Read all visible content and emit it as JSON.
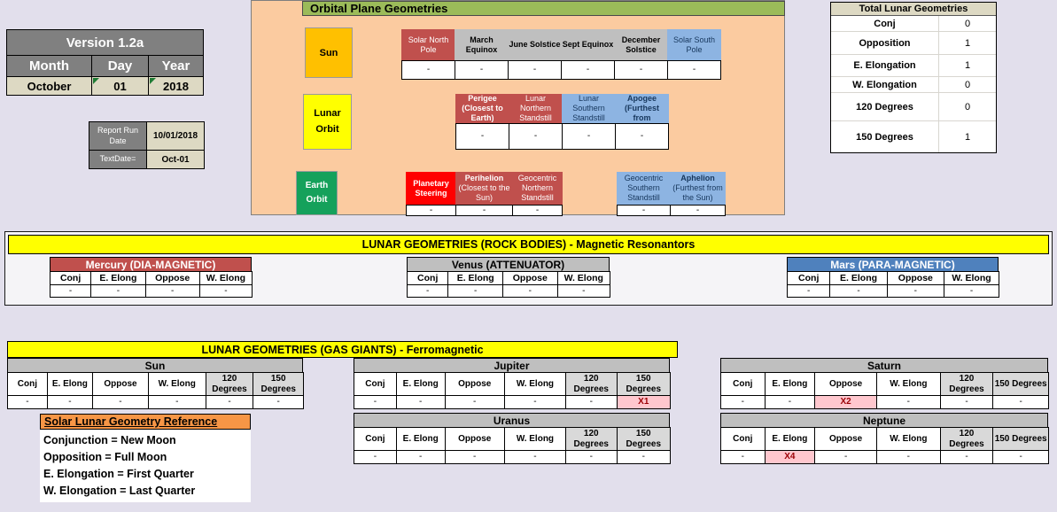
{
  "version_box": {
    "title": "Version 1.2a",
    "headers": [
      "Month",
      "Day",
      "Year"
    ],
    "values": [
      "October",
      "01",
      "2018"
    ]
  },
  "report_box": {
    "run_date_label": "Report Run Date",
    "run_date_value": "10/01/2018",
    "textdate_label": "TextDate=",
    "textdate_value": "Oct-01"
  },
  "orbital": {
    "title": "Orbital Plane Geometries",
    "sun_label": "Sun",
    "lunar_label": "Lunar Orbit",
    "earth_label": "Earth Orbit",
    "sun_headers": [
      {
        "text": "Solar North Pole",
        "bg": "#C0504D",
        "color": "#FFFFFF"
      },
      {
        "text": "March Equinox",
        "bg": "#BFBFBF",
        "color": "#000000",
        "bold": true
      },
      {
        "text": "June Solstice",
        "bg": "#BFBFBF",
        "color": "#000000",
        "bold": true
      },
      {
        "text": "Sept Equinox",
        "bg": "#BFBFBF",
        "color": "#000000",
        "bold": true
      },
      {
        "text": "December Solstice",
        "bg": "#BFBFBF",
        "color": "#000000",
        "bold": true
      },
      {
        "text": "Solar South Pole",
        "bg": "#8DB4E2",
        "color": "#17375D"
      }
    ],
    "sun_values": [
      "-",
      "-",
      "-",
      "-",
      "-",
      "-"
    ],
    "lunar_headers": [
      {
        "title": "Perigee",
        "sub": "(Closest to Earth)",
        "bg": "#C0504D",
        "color": "#FFFFFF",
        "bold": true
      },
      {
        "text": "Lunar Northern Standstill",
        "bg": "#C0504D",
        "color": "#FFFFFF"
      },
      {
        "text": "Lunar Southern Standstill",
        "bg": "#8DB4E2",
        "color": "#17375D"
      },
      {
        "title": "Apogee",
        "sub": "(Furthest from",
        "bg": "#8DB4E2",
        "color": "#17375D",
        "bold": true
      }
    ],
    "lunar_values": [
      "-",
      "-",
      "-",
      "-"
    ],
    "earth_headers_left": [
      {
        "text": "Planetary Steering",
        "bg": "#FF0000",
        "color": "#FFFFFF",
        "bold": true
      },
      {
        "title": "Perihelion",
        "sub": "(Closest to the Sun)",
        "bg": "#C0504D",
        "color": "#FFFFFF"
      },
      {
        "text": "Geocentric Northern Standstill",
        "bg": "#C0504D",
        "color": "#FFFFFF"
      }
    ],
    "earth_values_left": [
      "-",
      "-",
      "-"
    ],
    "earth_headers_right": [
      {
        "text": "Geocentric Southern Standstill",
        "bg": "#8DB4E2",
        "color": "#17375D"
      },
      {
        "title": "Aphelion",
        "sub": "(Furthest from the Sun)",
        "bg": "#8DB4E2",
        "color": "#17375D"
      }
    ],
    "earth_values_right": [
      "-",
      "-"
    ]
  },
  "totals": {
    "title": "Total Lunar Geometries",
    "rows": [
      {
        "label": "Conj",
        "value": "0"
      },
      {
        "label": "Opposition",
        "value": "1"
      },
      {
        "label": "E. Elongation",
        "value": "1"
      },
      {
        "label": "W. Elongation",
        "value": "0"
      },
      {
        "label": "120 Degrees",
        "value": "0"
      },
      {
        "label": "150 Degrees",
        "value": "1"
      }
    ]
  },
  "rock_section": {
    "banner": "LUNAR GEOMETRIES (ROCK BODIES) - Magnetic Resonantors",
    "columns": [
      "Conj",
      "E. Elong",
      "Oppose",
      "W. Elong"
    ],
    "tables": [
      {
        "name": "Mercury (DIA-MAGNETIC)",
        "bg": "#C0504D",
        "color": "#FFFFFF",
        "values": [
          "-",
          "-",
          "-",
          "-"
        ]
      },
      {
        "name": "Venus (ATTENUATOR)",
        "bg": "#BFBFBF",
        "color": "#000000",
        "values": [
          "-",
          "-",
          "-",
          "-"
        ]
      },
      {
        "name": "Mars (PARA-MAGNETIC)",
        "bg": "#4F81BD",
        "color": "#FFFFFF",
        "values": [
          "-",
          "-",
          "-",
          "-"
        ]
      }
    ]
  },
  "gas_section": {
    "banner": "LUNAR GEOMETRIES (GAS GIANTS) - Ferromagnetic",
    "columns": [
      "Conj",
      "E. Elong",
      "Oppose",
      "W. Elong",
      {
        "text": "120 Degrees",
        "bg": "#D9D9D9"
      },
      {
        "text": "150 Degrees",
        "bg": "#D9D9D9"
      }
    ],
    "tables": [
      {
        "name": "Sun",
        "values": [
          "-",
          "-",
          "-",
          "-",
          "-",
          "-"
        ]
      },
      {
        "name": "Jupiter",
        "values": [
          "-",
          "-",
          "-",
          "-",
          "-",
          {
            "text": "X1",
            "bg": "#FFC7CE",
            "color": "#9C0006",
            "bold": true
          }
        ]
      },
      {
        "name": "Saturn",
        "values": [
          "-",
          "-",
          {
            "text": "X2",
            "bg": "#FFC7CE",
            "color": "#9C0006",
            "bold": true
          },
          "-",
          "-",
          "-"
        ]
      },
      {
        "name": "Uranus",
        "values": [
          "-",
          "-",
          "-",
          "-",
          "-",
          "-"
        ]
      },
      {
        "name": "Neptune",
        "values": [
          "-",
          {
            "text": "X4",
            "bg": "#FFC7CE",
            "color": "#9C0006",
            "bold": true
          },
          "-",
          "-",
          "-",
          "-"
        ]
      }
    ]
  },
  "reference": {
    "title": "Solar Lunar Geometry Reference",
    "lines": [
      "Conjunction = New Moon",
      "Opposition = Full Moon",
      "E. Elongation = First Quarter",
      "W. Elongation = Last Quarter"
    ]
  },
  "colors": {
    "page_bg": "#E2DFEC",
    "panel_peach": "#FBCBA0",
    "header_gray": "#808080",
    "cell_beige": "#DDD9C3",
    "title_green": "#9BBB59",
    "sun_gold": "#FFC000",
    "lunar_yellow": "#FFFF00",
    "earth_green": "#15A15B",
    "dark_red": "#C0504D",
    "light_blue": "#8DB4E2",
    "bright_red": "#FF0000",
    "banner_yellow": "#FFFF00",
    "mars_blue": "#4F81BD",
    "highlight_pink": "#FFC7CE",
    "highlight_text": "#9C0006",
    "reference_orange": "#F79646"
  }
}
